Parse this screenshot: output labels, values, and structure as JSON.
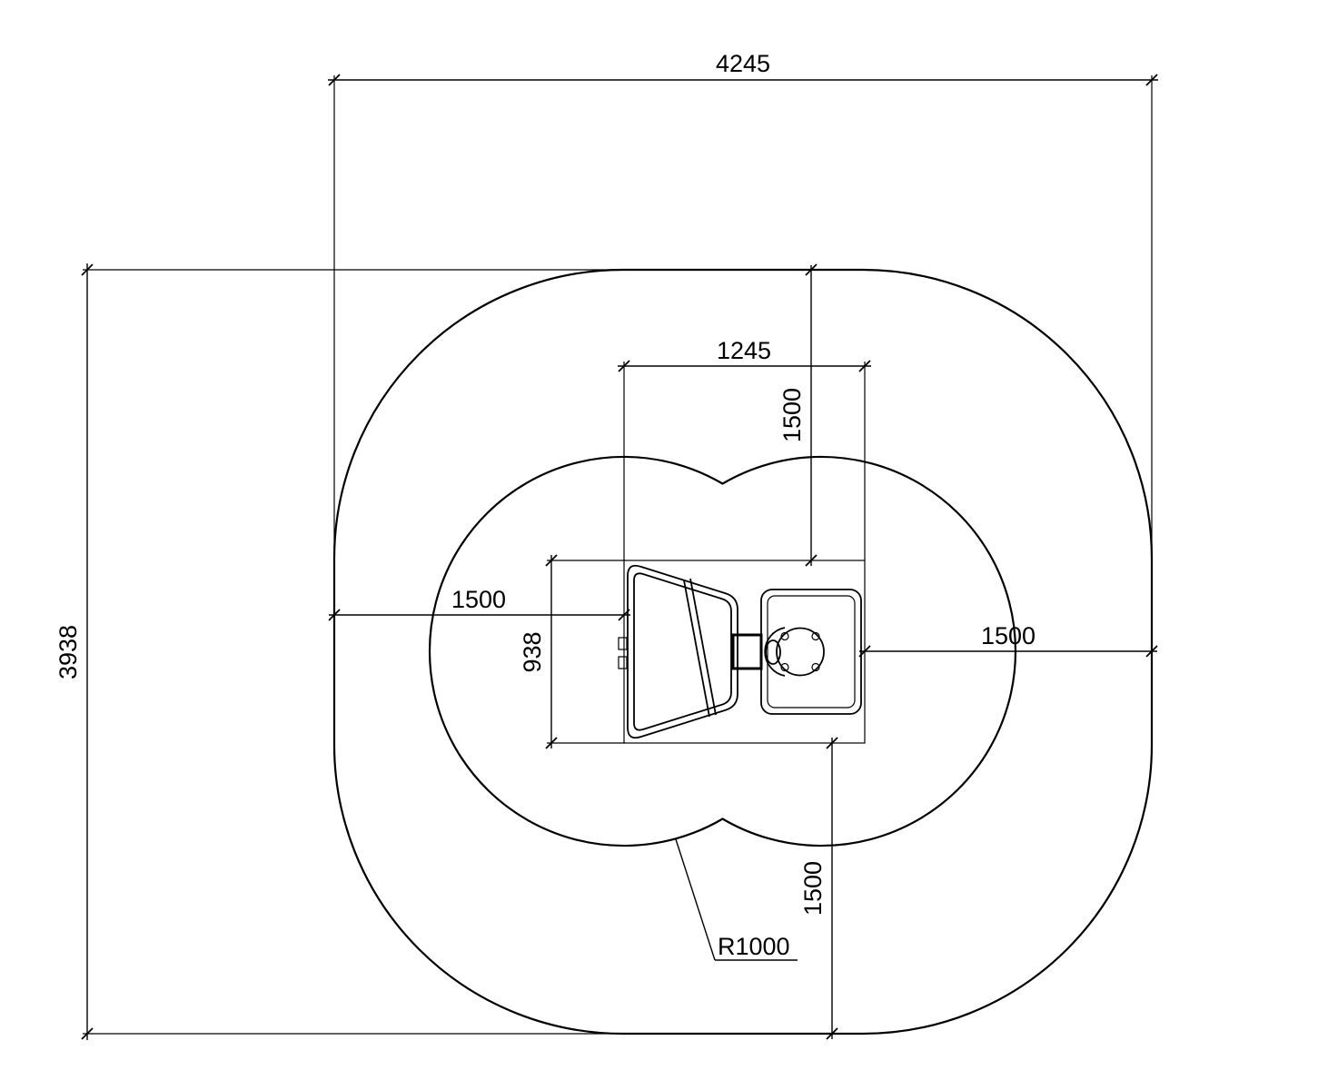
{
  "diagram": {
    "type": "cad-plan-view-safety-zone-drawing",
    "dimensions": {
      "overall_width": "4245",
      "overall_height": "3938",
      "equipment_width": "1245",
      "equipment_height": "938",
      "clearance_top": "1500",
      "clearance_left": "1500",
      "clearance_right": "1500",
      "clearance_bottom": "1500",
      "radius_callout": "R1000"
    },
    "colors": {
      "line": "#000000",
      "background": "#ffffff"
    }
  }
}
